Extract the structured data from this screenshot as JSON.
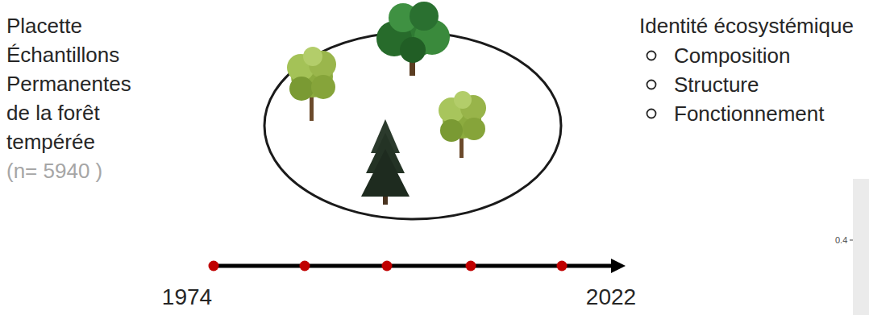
{
  "diagram": {
    "labels": [
      "Placette Échantillons Permanentes de la forêt tempérée",
      "(n= 5940 )",
      "Identité écosystémique",
      "Composition",
      "Structure",
      "Fonctionnement",
      "1974",
      "2022",
      "0.4"
    ]
  }
}
